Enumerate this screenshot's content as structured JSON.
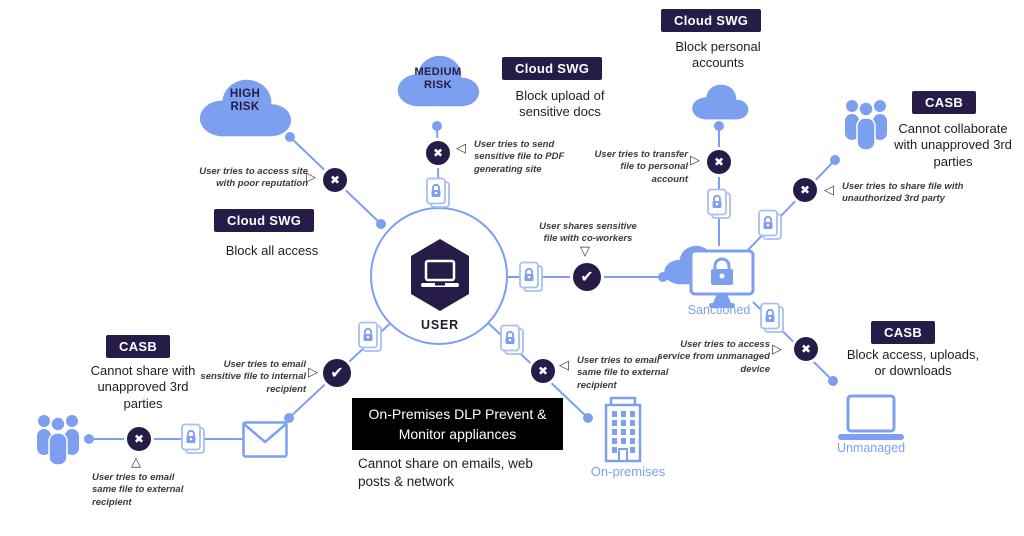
{
  "colors": {
    "accent_blue": "#7D9FF0",
    "icon_outline_blue": "#A9BFF2",
    "dark_purple": "#261C47",
    "black_box": "#000000",
    "text_dark": "#1D1D2B",
    "annotation_text": "#3A3A45"
  },
  "icons": {
    "blocked_x": "✖",
    "allowed_check": "✔",
    "pointer_right": "▷",
    "pointer_left": "◁",
    "pointer_down": "▽",
    "pointer_up": "△"
  },
  "center": {
    "label": "USER"
  },
  "nodes": {
    "high_risk_cloud": {
      "label": "HIGH RISK"
    },
    "medium_risk_cloud": {
      "label": "MEDIUM RISK"
    },
    "sanctioned": {
      "label": "Sanctioned"
    },
    "unmanaged": {
      "label": "Unmanaged"
    },
    "on_premises": {
      "label": "On-premises"
    }
  },
  "callouts": {
    "swg_block_all": {
      "badge": "Cloud SWG",
      "text": "Block all access"
    },
    "swg_block_upload": {
      "badge": "Cloud SWG",
      "text": "Block upload of sensitive docs"
    },
    "swg_block_personal": {
      "badge": "Cloud SWG",
      "text": "Block personal accounts"
    },
    "casb_collaborate": {
      "badge": "CASB",
      "text": "Cannot collaborate with unapproved 3rd parties"
    },
    "casb_block_access": {
      "badge": "CASB",
      "text": "Block access, uploads, or downloads"
    },
    "casb_share": {
      "badge": "CASB",
      "text": "Cannot share with unapproved 3rd parties"
    },
    "onprem_dlp": {
      "badge": "On-Premises DLP Prevent & Monitor appliances",
      "text": "Cannot share on emails, web posts & network"
    }
  },
  "annotations": {
    "poor_reputation": "User tries to access site with poor reputation",
    "pdf_site": "User tries to send sensitive file to PDF generating site",
    "personal_account": "User tries to transfer file to personal account",
    "unauthorized_3rd_party": "User tries to share file with unauthorized 3rd party",
    "coworkers": "User shares sensitive file with co-workers",
    "internal_recipient": "User tries to email sensitive file to internal recipient",
    "external_recipient_right": "User tries to email same file to external recipient",
    "unmanaged_device": "User tries to access service from unmanaged device",
    "external_recipient_left": "User tries to email same file to external recipient"
  }
}
